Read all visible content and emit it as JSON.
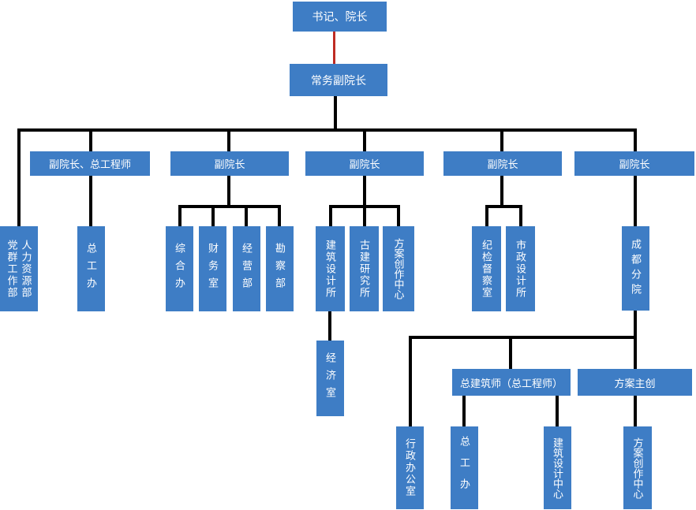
{
  "colors": {
    "box_fill": "#3E7DC5",
    "box_text": "#FFFFFF",
    "connector": "#000000",
    "top_connector": "#BF2C23"
  },
  "nodes": {
    "secretary_dean": {
      "label": "书记、院长"
    },
    "exec_vice_dean": {
      "label": "常务副院长"
    },
    "vice_dean_chief_eng": {
      "label": "副院长、总工程师"
    },
    "vice_dean_2": {
      "label": "副院长"
    },
    "vice_dean_3": {
      "label": "副院长"
    },
    "vice_dean_4": {
      "label": "副院长"
    },
    "vice_dean_5": {
      "label": "副院长"
    },
    "party_mass_dept": {
      "label": "党群工作部"
    },
    "hr_dept": {
      "label": "人力资源部"
    },
    "chief_eng_office": {
      "label": "总工办"
    },
    "general_office": {
      "label": "综合办"
    },
    "finance_office": {
      "label": "财务室"
    },
    "operations_dept": {
      "label": "经营部"
    },
    "survey_dept": {
      "label": "勘察部"
    },
    "arch_design_institute": {
      "label": "建筑设计所"
    },
    "ancient_arch_institute": {
      "label": "古建研究所"
    },
    "scheme_creation_center_1": {
      "label": "方案创作中心"
    },
    "economy_office": {
      "label": "经济室"
    },
    "discipline_office": {
      "label": "纪检督察室"
    },
    "municipal_design_institute": {
      "label": "市政设计所"
    },
    "chengdu_branch": {
      "label": "成都分院"
    },
    "chief_architect": {
      "label": "总建筑师（总工程师）"
    },
    "scheme_lead": {
      "label": "方案主创"
    },
    "admin_office": {
      "label": "行政办公室"
    },
    "chief_eng_office_branch": {
      "label": "总工办"
    },
    "arch_design_center": {
      "label": "建筑设计中心"
    },
    "scheme_creation_center_2": {
      "label": "方案创作中心"
    }
  }
}
